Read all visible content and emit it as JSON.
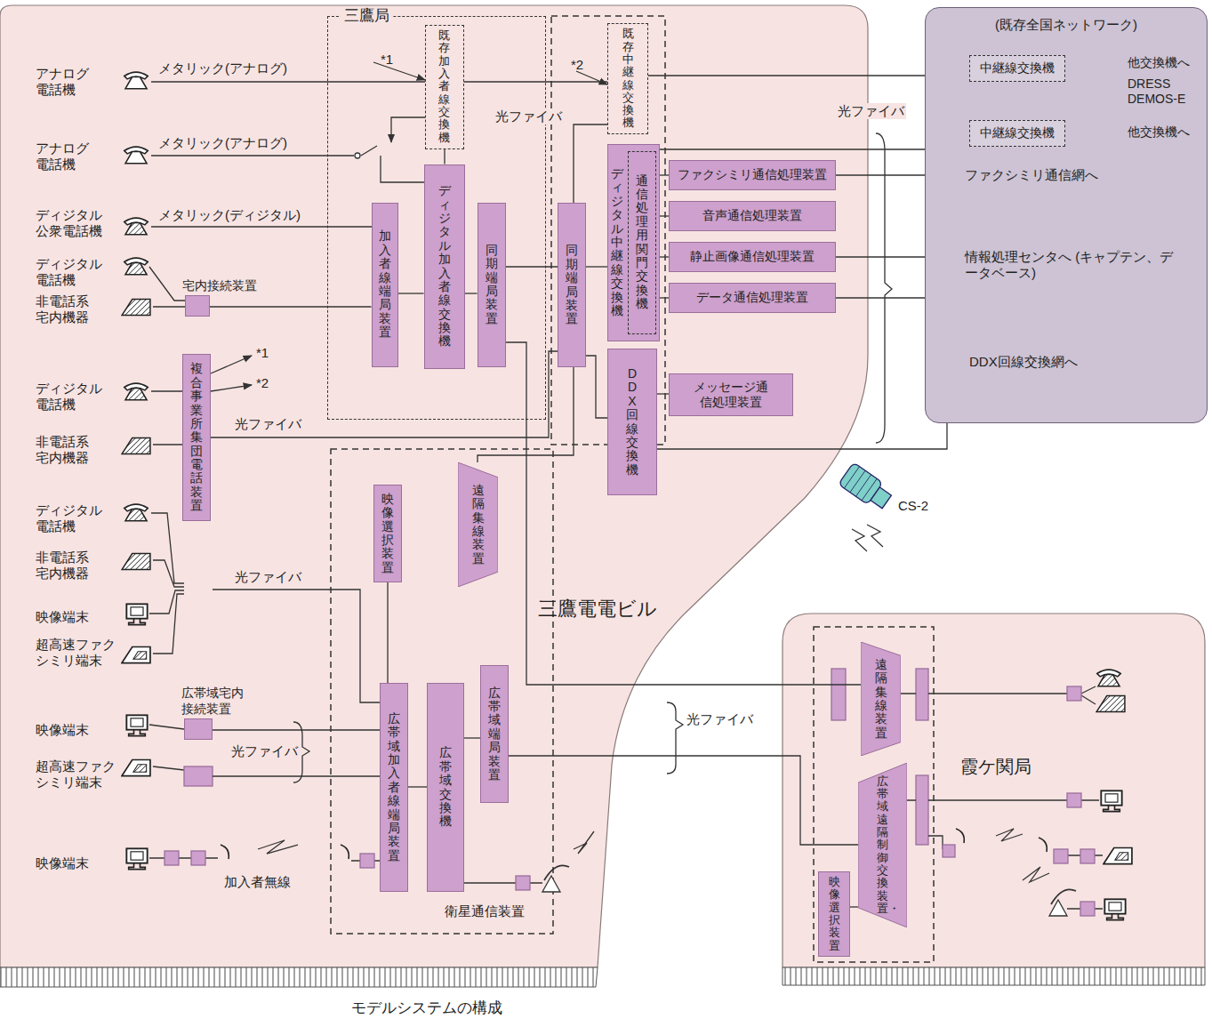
{
  "diagram": {
    "caption": "モデルシステムの構成",
    "nodes": [
      {
        "text": [
          "三鷹局"
        ]
      },
      {
        "text": [
          "既存加入者線交換機"
        ],
        "in": 0
      },
      {
        "text": [
          "加入者線端局装置"
        ],
        "in": 0
      },
      {
        "text": [
          "ディジタル加入者線交換機"
        ],
        "in": 0
      },
      {
        "text": [
          "同期端局装置"
        ],
        "in": 0
      },
      {
        "text": [
          "既存中継線交換機"
        ]
      },
      {
        "text": [
          "同期端局装置"
        ]
      },
      {
        "text": [
          "ディジタル中継線交換機"
        ]
      },
      {
        "text": [
          "通信処理用関門交換機"
        ],
        "in": 7
      },
      {
        "text": [
          "ファクシミリ通信処理装置"
        ]
      },
      {
        "text": [
          "音声通信処理装置"
        ]
      },
      {
        "text": [
          "静止画像通信処理装置"
        ]
      },
      {
        "text": [
          "データ通信処理装置"
        ]
      },
      {
        "text": [
          "DDX回線交換機"
        ]
      },
      {
        "text": [
          "メッセージ通信処理装置"
        ]
      },
      {
        "text": [
          "(既存全国ネットワーク)"
        ]
      },
      {
        "text": [
          "中継線交換機"
        ],
        "in": 15
      },
      {
        "text": [
          "中継線交換機"
        ],
        "in": 15
      },
      {
        "text": [
          "宅内接続装置"
        ]
      },
      {
        "text": [
          "複合事業所集団電話装置"
        ]
      },
      {
        "text": [
          "映像選択装置"
        ]
      },
      {
        "text": [
          "遠隔集線装置"
        ]
      },
      {
        "text": [
          "広帯域宅内接続装置"
        ]
      },
      {
        "text": [
          "広帯域加入者線端局装置"
        ]
      },
      {
        "text": [
          "広帯域交換機"
        ]
      },
      {
        "text": [
          "広帯域端局装置"
        ]
      },
      {
        "text": [
          "遠隔集線装置"
        ]
      },
      {
        "text": [
          "広帯域遠隔制御交換装置・"
        ]
      },
      {
        "text": [
          "映像選択装置"
        ]
      }
    ],
    "edges": [
      {
        "from": 1,
        "to": 5,
        "arrow": "none"
      },
      {
        "from": 3,
        "to": 1,
        "arrow": "none"
      },
      {
        "from": 2,
        "to": 3,
        "arrow": "none"
      },
      {
        "from": 3,
        "to": 4,
        "arrow": "none"
      },
      {
        "from": 4,
        "to": 6,
        "arrow": "none"
      },
      {
        "from": 6,
        "to": 5,
        "arrow": "none"
      },
      {
        "from": 6,
        "to": 7,
        "arrow": "none"
      },
      {
        "from": 8,
        "to": 9,
        "arrow": "none"
      },
      {
        "from": 8,
        "to": 10,
        "arrow": "none"
      },
      {
        "from": 8,
        "to": 11,
        "arrow": "none"
      },
      {
        "from": 8,
        "to": 12,
        "arrow": "none"
      },
      {
        "from": 6,
        "to": 13,
        "arrow": "none"
      },
      {
        "from": 13,
        "to": 14,
        "arrow": "none"
      },
      {
        "from": 5,
        "to": 16,
        "arrow": "none"
      },
      {
        "from": 7,
        "to": 17,
        "arrow": "none"
      },
      {
        "from": 18,
        "to": 2,
        "arrow": "none"
      },
      {
        "from": 19,
        "to": 6,
        "arrow": "none"
      },
      {
        "from": 21,
        "to": 6,
        "arrow": "none"
      },
      {
        "from": 20,
        "to": 23,
        "arrow": "none"
      },
      {
        "from": 23,
        "to": 24,
        "arrow": "none"
      },
      {
        "from": 24,
        "to": 25,
        "arrow": "none"
      },
      {
        "from": 25,
        "to": 27,
        "arrow": "none"
      },
      {
        "from": 4,
        "to": 26,
        "arrow": "none"
      },
      {
        "from": 27,
        "to": 28,
        "arrow": "none"
      },
      {
        "from": 22,
        "to": 23,
        "arrow": "none"
      }
    ],
    "labels": [
      "アナログ電話機",
      "メタリック(アナログ)",
      "*1",
      "*2",
      "アナログ電話機",
      "メタリック(アナログ)",
      "ディジタル公衆電話機",
      "メタリック(ディジタル)",
      "ディジタル電話機",
      "非電話系宅内機器",
      "*1",
      "*2",
      "ディジタル電話機",
      "非電話系宅内機器",
      "光ファイバ",
      "ディジタル電話機",
      "非電話系宅内機器",
      "光ファイバ",
      "映像端末",
      "超高速ファクシミリ端末",
      "映像端末",
      "光ファイバ",
      "超高速ファクシミリ端末",
      "映像端末",
      "加入者無線",
      "衛星通信装置",
      "光ファイバ",
      "光ファイバ",
      "他交換機へ",
      "DRESS DEMOS-E",
      "他交換機へ",
      "ファクシミリ通信網へ",
      "情報処理センタへ (キャプテン、データベース)",
      "DDX回線交換網へ",
      "CS-2",
      "三鷹電電ビル",
      "光ファイバ",
      "霞ケ関局"
    ]
  }
}
